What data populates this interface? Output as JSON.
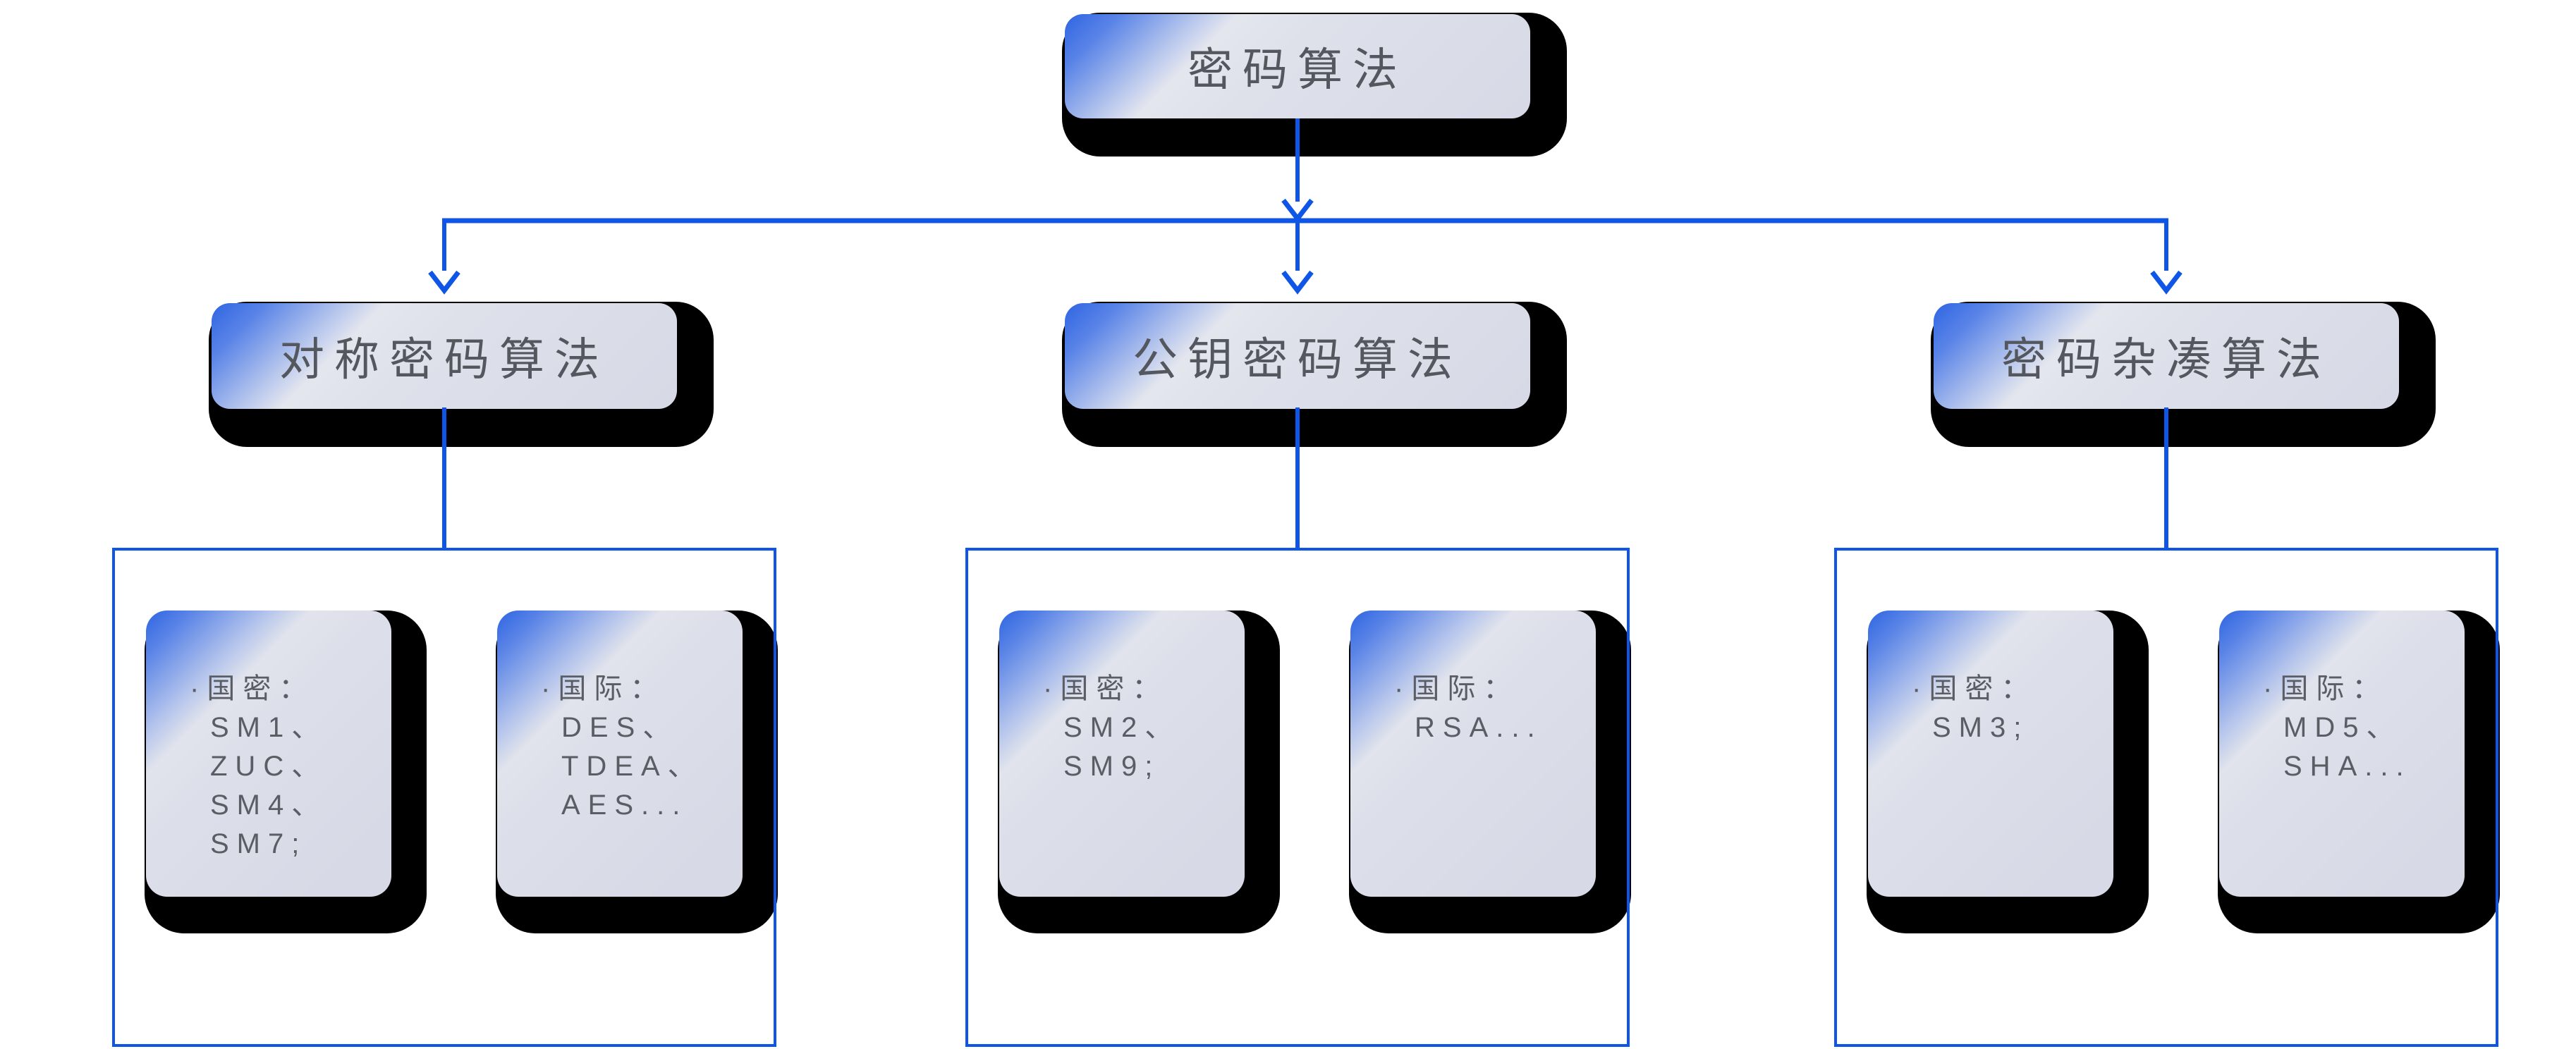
{
  "root": {
    "label": "密码算法"
  },
  "level2": [
    {
      "label": "对称密码算法"
    },
    {
      "label": "公钥密码算法"
    },
    {
      "label": "密码杂凑算法"
    }
  ],
  "groups": [
    {
      "cards": [
        {
          "lines": [
            "·国密：",
            "SM1、",
            "ZUC、",
            "SM4、",
            "SM7;"
          ]
        },
        {
          "lines": [
            "·国际：",
            "DES、",
            "TDEA、",
            "AES..."
          ]
        }
      ]
    },
    {
      "cards": [
        {
          "lines": [
            "·国密：",
            "SM2、",
            "SM9;"
          ]
        },
        {
          "lines": [
            "·国际：",
            "RSA..."
          ]
        }
      ]
    },
    {
      "cards": [
        {
          "lines": [
            "·国密：",
            "SM3;"
          ]
        },
        {
          "lines": [
            "·国际：",
            "MD5、",
            "SHA..."
          ]
        }
      ]
    }
  ],
  "colors": {
    "accent": "#0f55e6",
    "corner": "#2f65e3",
    "panel": "#d7dae6",
    "ink": "#55575e",
    "card-ink": "#5b5d65",
    "shadow": "#000000"
  }
}
